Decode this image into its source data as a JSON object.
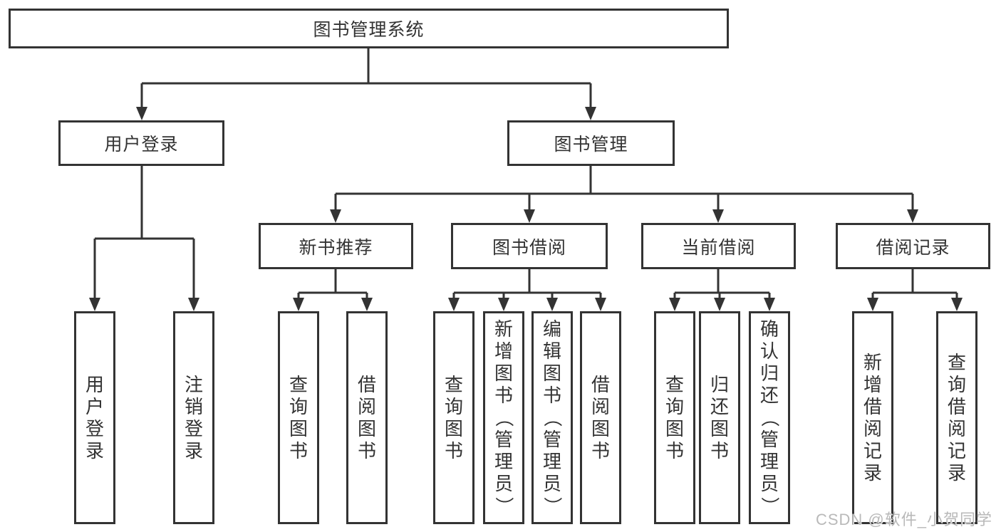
{
  "colors": {
    "background": "#ffffff",
    "line": "#333333",
    "box_border": "#333333",
    "text": "#333333",
    "watermark": "#b9b9b9"
  },
  "watermark": "CSDN @软件_小贺同学",
  "nodes": {
    "root": "图书管理系统",
    "user_login": "用户登录",
    "book_mgmt": "图书管理",
    "new_book_rec": "新书推荐",
    "book_borrow": "图书借阅",
    "current_borrow": "当前借阅",
    "borrow_records": "借阅记录",
    "ul_user_login": "用户登录",
    "ul_logout": "注销登录",
    "nbr_query_books": "查询图书",
    "nbr_borrow_books": "借阅图书",
    "bb_query_books": "查询图书",
    "bb_add_books_admin": "新增图书（管理员）",
    "bb_edit_books_admin": "编辑图书（管理员）",
    "bb_borrow_books": "借阅图书",
    "cb_query_books": "查询图书",
    "cb_return_books": "归还图书",
    "cb_confirm_return_admin": "确认归还（管理员）",
    "br_add_record": "新增借阅记录",
    "br_query_record": "查询借阅记录"
  },
  "hierarchy": {
    "label": "图书管理系统",
    "children": [
      {
        "label": "用户登录",
        "children": [
          {
            "label": "用户登录"
          },
          {
            "label": "注销登录"
          }
        ]
      },
      {
        "label": "图书管理",
        "children": [
          {
            "label": "新书推荐",
            "children": [
              {
                "label": "查询图书"
              },
              {
                "label": "借阅图书"
              }
            ]
          },
          {
            "label": "图书借阅",
            "children": [
              {
                "label": "查询图书"
              },
              {
                "label": "新增图书（管理员）"
              },
              {
                "label": "编辑图书（管理员）"
              },
              {
                "label": "借阅图书"
              }
            ]
          },
          {
            "label": "当前借阅",
            "children": [
              {
                "label": "查询图书"
              },
              {
                "label": "归还图书"
              },
              {
                "label": "确认归还（管理员）"
              }
            ]
          },
          {
            "label": "借阅记录",
            "children": [
              {
                "label": "新增借阅记录"
              },
              {
                "label": "查询借阅记录"
              }
            ]
          }
        ]
      }
    ]
  }
}
